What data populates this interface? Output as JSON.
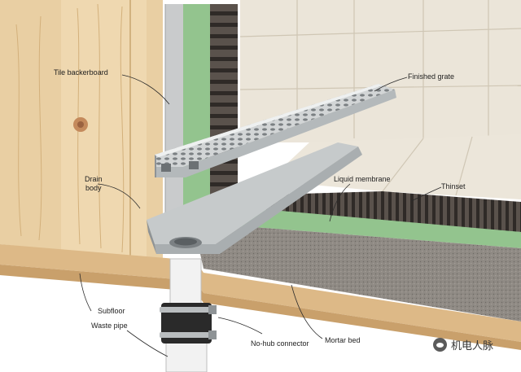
{
  "labels": {
    "tile_backerboard": "Tile backerboard",
    "finished_grate": "Finished grate",
    "drain_body_line1": "Drain",
    "drain_body_line2": "body",
    "liquid_membrane": "Liquid membrane",
    "thinset": "Thinset",
    "subfloor": "Subfloor",
    "waste_pipe": "Waste pipe",
    "no_hub_connector": "No-hub connector",
    "mortar_bed": "Mortar bed"
  },
  "watermark": {
    "text": "机电人脉",
    "icon": "wechat-icon"
  },
  "colors": {
    "wood": "#e9cfa3",
    "wood_dark": "#d7b580",
    "tile": "#ece6da",
    "membrane": "#93c48e",
    "mortar": "#8f8a84",
    "steel": "#d4d7d8",
    "thinset": "#4a4542",
    "pipe": "#f2f2f2",
    "coupling": "#2a2a2a"
  }
}
